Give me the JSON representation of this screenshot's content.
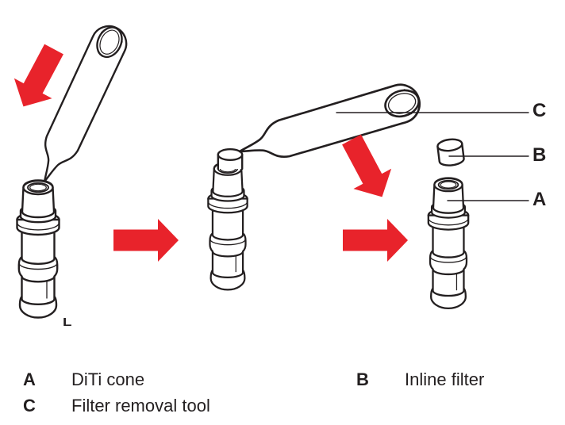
{
  "figure": {
    "description": "Three-step inline filter removal illustration",
    "callout_labels": {
      "c": "C",
      "b": "B",
      "a": "A"
    },
    "part_mark": "L"
  },
  "legend": {
    "items": [
      {
        "key": "A",
        "label": "DiTi cone"
      },
      {
        "key": "B",
        "label": "Inline filter"
      },
      {
        "key": "C",
        "label": "Filter removal tool"
      }
    ]
  },
  "colors": {
    "arrow_red": "#E8232B",
    "line_black": "#231F20",
    "background": "#FFFFFF"
  }
}
